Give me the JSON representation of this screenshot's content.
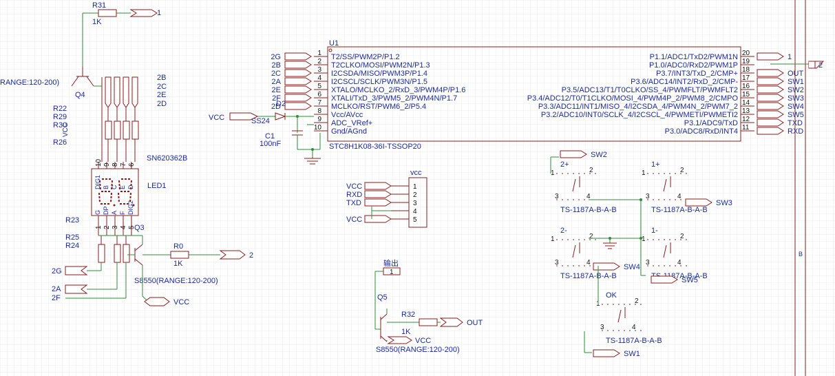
{
  "colors": {
    "wire": "#2e8b3a",
    "component": "#8b1a1a",
    "text": "#1a2a9a",
    "pin_number": "#111111",
    "grid": "#e9ecef",
    "background": "#ffffff"
  },
  "u1": {
    "designator": "U1",
    "part": "STC8H1K08-36I-TSSOP20",
    "left_pins": [
      {
        "num": "1",
        "name": "T2/SS/PWM2P/P1.2",
        "net": "2G"
      },
      {
        "num": "2",
        "name": "T2CLKO/MOSI/PWM2N/P1.3",
        "net": "2B"
      },
      {
        "num": "3",
        "name": "I2CSDA/MISO/PWM3P/P1.4",
        "net": "2C"
      },
      {
        "num": "4",
        "name": "I2CSCL/SCLK/PWM3N/P1.5",
        "net": "2A"
      },
      {
        "num": "5",
        "name": "XTALO/MCLKO_2/RxD_3/PWM4P/P1.6",
        "net": "2E"
      },
      {
        "num": "6",
        "name": "XTALI/TxD_3/PWM5_2/PWM4N/P1.7",
        "net": "2F"
      },
      {
        "num": "7",
        "name": "MCLKO/RST/PWM6_2/P5.4",
        "net": "2D"
      },
      {
        "num": "8",
        "name": "Vcc/AVcc",
        "net": ""
      },
      {
        "num": "9",
        "name": "ADC_VRef+",
        "net": ""
      },
      {
        "num": "10",
        "name": "Gnd/AGnd",
        "net": ""
      }
    ],
    "right_pins": [
      {
        "num": "20",
        "name": "P1.1/ADC1/TxD2/PWM1N",
        "net": "1"
      },
      {
        "num": "19",
        "name": "P1.0/ADC0/RxD2/PWM1P",
        "net": ""
      },
      {
        "num": "18",
        "name": "P3.7/INT3/TxD_2/CMP+",
        "net": "OUT"
      },
      {
        "num": "17",
        "name": "P3.6/ADC14/INT2/RxD_2/CMP-",
        "net": "SW1"
      },
      {
        "num": "16",
        "name": "P3.5/ADC13/T1/T0CLKO/SS_4/PWMFLT/PWMFLT2",
        "net": "SW2"
      },
      {
        "num": "15",
        "name": "P3.4/ADC12/T0/T1CLKO/MOSI_4/PWM4P_2/PWM8_2/CMPO",
        "net": "SW3"
      },
      {
        "num": "14",
        "name": "P3.3/ADC11/INT1/MISO_4/I2CSDA_4/PWM4N_2/PWM7_2",
        "net": "SW4"
      },
      {
        "num": "13",
        "name": "P3.2/ADC10/INT0/SCLK_4/I2CSCL_4/PWMETI/PWMETI2",
        "net": "SW5"
      },
      {
        "num": "12",
        "name": "P3.1/ADC9/TxD",
        "net": "TXD"
      },
      {
        "num": "11",
        "name": "P3.0/ADC8/RxD/INT4",
        "net": "RXD"
      }
    ]
  },
  "parts": {
    "r31": {
      "des": "R31",
      "val": "1K",
      "net": "1"
    },
    "q4": {
      "des": "Q4",
      "range": "RANGE:120-200)"
    },
    "r22": "R22",
    "r29": "R29",
    "r30": "R30",
    "r26": "R26",
    "vcc_q4": "VCC",
    "seg_nets": [
      "2B",
      "2C",
      "2E",
      "2D"
    ],
    "array_des": "SN620362B",
    "led": {
      "des": "LED1",
      "top_pins": [
        "10",
        "9",
        "8",
        "7",
        "6"
      ],
      "bottom_pins": [
        "1",
        "2",
        "3",
        "4",
        "5"
      ],
      "labels": [
        "DIG1",
        "B",
        "C",
        "E",
        "D",
        "G",
        "DP",
        "A",
        "F",
        "DIG2"
      ]
    },
    "r23": "R23",
    "r25": "R25",
    "r24": "R24",
    "q3": {
      "des": "Q3",
      "part": "S8550(RANGE:120-200)"
    },
    "r0": {
      "des": "R0",
      "val": "1K",
      "net": "2"
    },
    "bottom_nets": [
      "2G",
      "2A",
      "2F"
    ],
    "vcc_q3": "VCC",
    "vcc_u1": "VCC",
    "d2": {
      "des": "D2",
      "part": "SS24"
    },
    "c1": {
      "des": "C1",
      "val": "100nF"
    },
    "header": {
      "title": "vcc",
      "pins": [
        "1",
        "2",
        "3",
        "4",
        "5"
      ],
      "nets": [
        "VCC",
        "RXD",
        "TXD",
        "",
        "VCC"
      ]
    },
    "q5": {
      "des": "Q5",
      "part": "S8550(RANGE:120-200)",
      "in_text": "输出",
      "in_net": "1",
      "vcc": "VCC"
    },
    "r32": {
      "des": "R32",
      "val": "1K",
      "net": "OUT"
    },
    "bus_net": "2",
    "bus_letter": "B",
    "sw_plus": {
      "label": "2+",
      "net": "SW2",
      "part": "TS-1187A-B-A-B"
    },
    "sw_1plus": {
      "label": "1+",
      "net": "SW3",
      "part": "TS-1187A-B-A-B"
    },
    "sw_minus2": {
      "label": "2-",
      "net": "SW4",
      "part": "TS-1187A-B-A-B"
    },
    "sw_minus1": {
      "label": "1-",
      "net": "SW5",
      "part": "TS-1187A-B-A-B"
    },
    "sw_ok": {
      "label": "OK",
      "net": "SW1",
      "part": "TS-1187A-B-A-B"
    },
    "sw_pins": [
      "1",
      "2",
      "3",
      "4"
    ]
  }
}
